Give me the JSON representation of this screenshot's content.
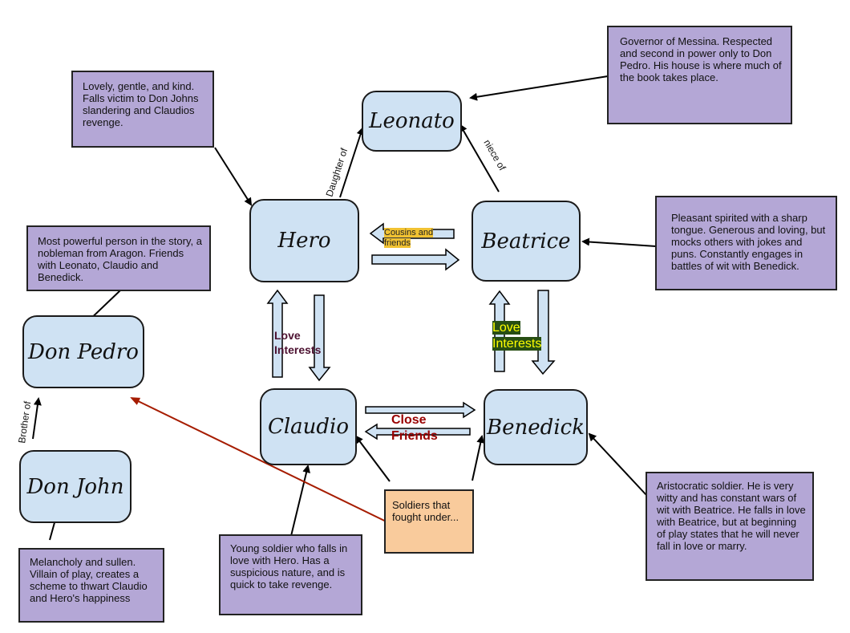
{
  "nodes": {
    "leonato": "Leonato",
    "hero": "Hero",
    "beatrice": "Beatrice",
    "don_pedro": "Don Pedro",
    "don_john": "Don John",
    "claudio": "Claudio",
    "benedick": "Benedick"
  },
  "notes": {
    "hero": "Lovely, gentle, and kind. Falls victim to Don Johns slandering and Claudios revenge.",
    "leonato": "Governor of Messina. Respected and second in power only to Don Pedro. His house is where much of the book takes place.",
    "don_pedro": "Most powerful person in the story, a nobleman from Aragon. Friends with Leonato, Claudio and Benedick.",
    "beatrice": "Pleasant spirited with a sharp tongue. Generous and loving, but mocks others with jokes and puns. Constantly engages in battles of wit with Benedick.",
    "benedick": "Aristocratic soldier. He is very witty and has constant wars of wit with Beatrice. He falls in love with Beatrice, but at beginning of play states that he will never fall in love or marry.",
    "don_john": "Melancholy and sullen. Villain of play, creates a scheme to thwart Claudio and Hero's happiness",
    "claudio": "Young soldier who falls in love with Hero. Has a suspicious nature, and is quick to take revenge.",
    "soldiers": "Soldiers that fought under..."
  },
  "edge_labels": {
    "daughter_of": "Daughter of",
    "niece_of": "niece of",
    "brother_of": "Brother of",
    "cousins_line1": "Cousins and",
    "cousins_line2": "friends",
    "love_left_line1": "Love",
    "love_left_line2": "Interests",
    "love_right_line1": "Love",
    "love_right_line2": "Interests",
    "close_line1": "Close",
    "close_line2": "Friends"
  },
  "colors": {
    "node_fill": "#cfe2f3",
    "note_fill": "#b4a7d6",
    "soldiers_fill": "#f9cb9c",
    "cousins_highlight": "#f1c232",
    "love_right_highlight_bg": "#274e13",
    "love_right_text": "#ffff00",
    "love_left_text": "#4c1130",
    "close_friends_text": "#990000",
    "red_arrow": "#a61c00"
  }
}
